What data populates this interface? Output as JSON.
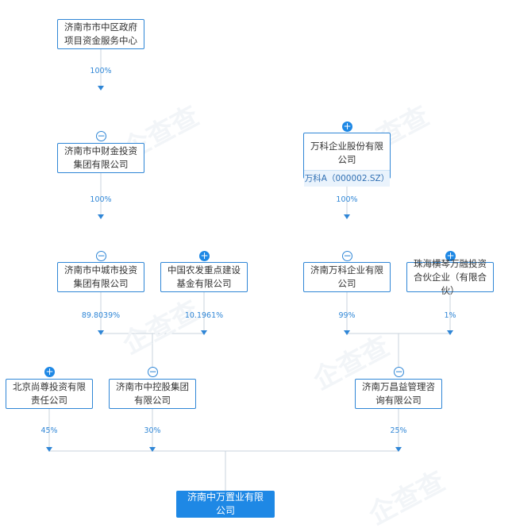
{
  "nodes": {
    "shizhongqu_center": "济南市市中区政府项目资金服务中心",
    "caijin": "济南市中财金投资集团有限公司",
    "wanke": "万科企业股份有限公司",
    "wanke_stock": "万科A（000002.SZ）",
    "chengshi": "济南市中城市投资集团有限公司",
    "nongfa": "中国农发重点建设基金有限公司",
    "jinan_wanke": "济南万科企业有限公司",
    "zhuhai": "珠海横琴万融投资合伙企业（有限合伙）",
    "beijing_shangzun": "北京尚尊投资有限责任公司",
    "zhongkong": "济南市中控股集团有限公司",
    "wanchangyi": "济南万昌益管理咨询有限公司",
    "target": "济南中万置业有限公司"
  },
  "percents": {
    "p_center_caijin": "100%",
    "p_caijin_chengshi": "100%",
    "p_wanke_jinan": "100%",
    "p_chengshi": "89.8039%",
    "p_nongfa": "10.1961%",
    "p_jinan_wanke": "99%",
    "p_zhuhai": "1%",
    "p_beijing": "45%",
    "p_zhongkong": "30%",
    "p_wanchangyi": "25%"
  },
  "watermark": "企查查",
  "colors": {
    "accent": "#1e88e5",
    "line": "#c9d3dc",
    "arrow": "#2f86d6"
  }
}
